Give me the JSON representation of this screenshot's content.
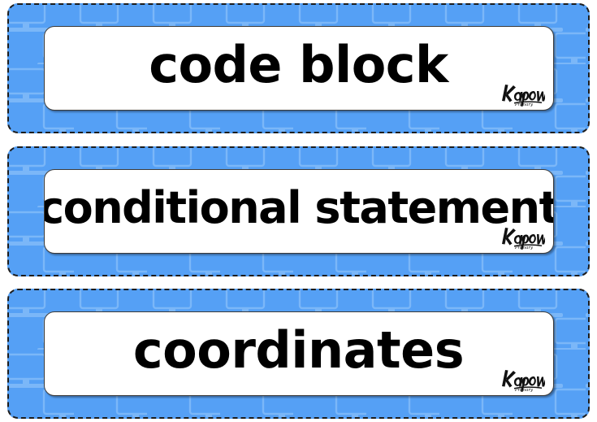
{
  "document": {
    "title": "Computing vocabulary display cards",
    "background_color": "#ffffff"
  },
  "theme": {
    "banner_blue": "#55a0f5",
    "pattern_blue": "#7bb7f8",
    "plate_white": "#ffffff",
    "border_black": "#1c1c1c",
    "text_black": "#000000",
    "pattern_icon": "computer-monitor-icon"
  },
  "logo": {
    "name": "kapow-primary-logo",
    "brand": "Kapow",
    "sub_brand": "Primary"
  },
  "cards": [
    {
      "id": "card-code-block",
      "word": "code block",
      "size_class": "size-1"
    },
    {
      "id": "card-conditional-statement",
      "word": "conditional statement",
      "size_class": "size-2"
    },
    {
      "id": "card-coordinates",
      "word": "coordinates",
      "size_class": "size-3"
    }
  ]
}
